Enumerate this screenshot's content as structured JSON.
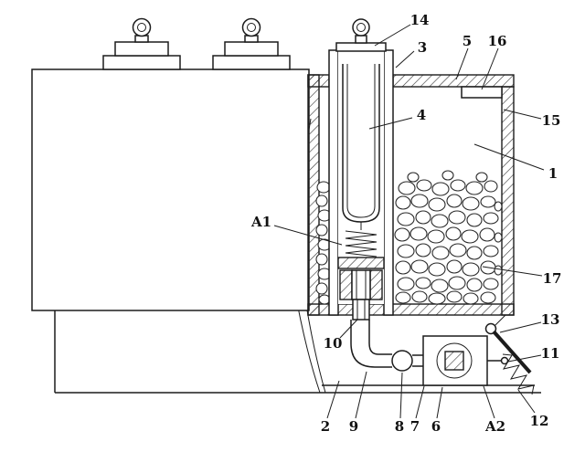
{
  "figure": {
    "background": "#ffffff",
    "ink": "#1c1c1c",
    "labels": [
      {
        "text": "14"
      },
      {
        "text": "3"
      },
      {
        "text": "5"
      },
      {
        "text": "16"
      },
      {
        "text": "15"
      },
      {
        "text": "1"
      },
      {
        "text": "17"
      },
      {
        "text": "A1"
      },
      {
        "text": "10"
      },
      {
        "text": "13"
      },
      {
        "text": "11"
      },
      {
        "text": "12"
      },
      {
        "text": "2"
      },
      {
        "text": "9"
      },
      {
        "text": "8"
      },
      {
        "text": "7"
      },
      {
        "text": "6"
      },
      {
        "text": "A2"
      },
      {
        "text": "4"
      }
    ]
  }
}
